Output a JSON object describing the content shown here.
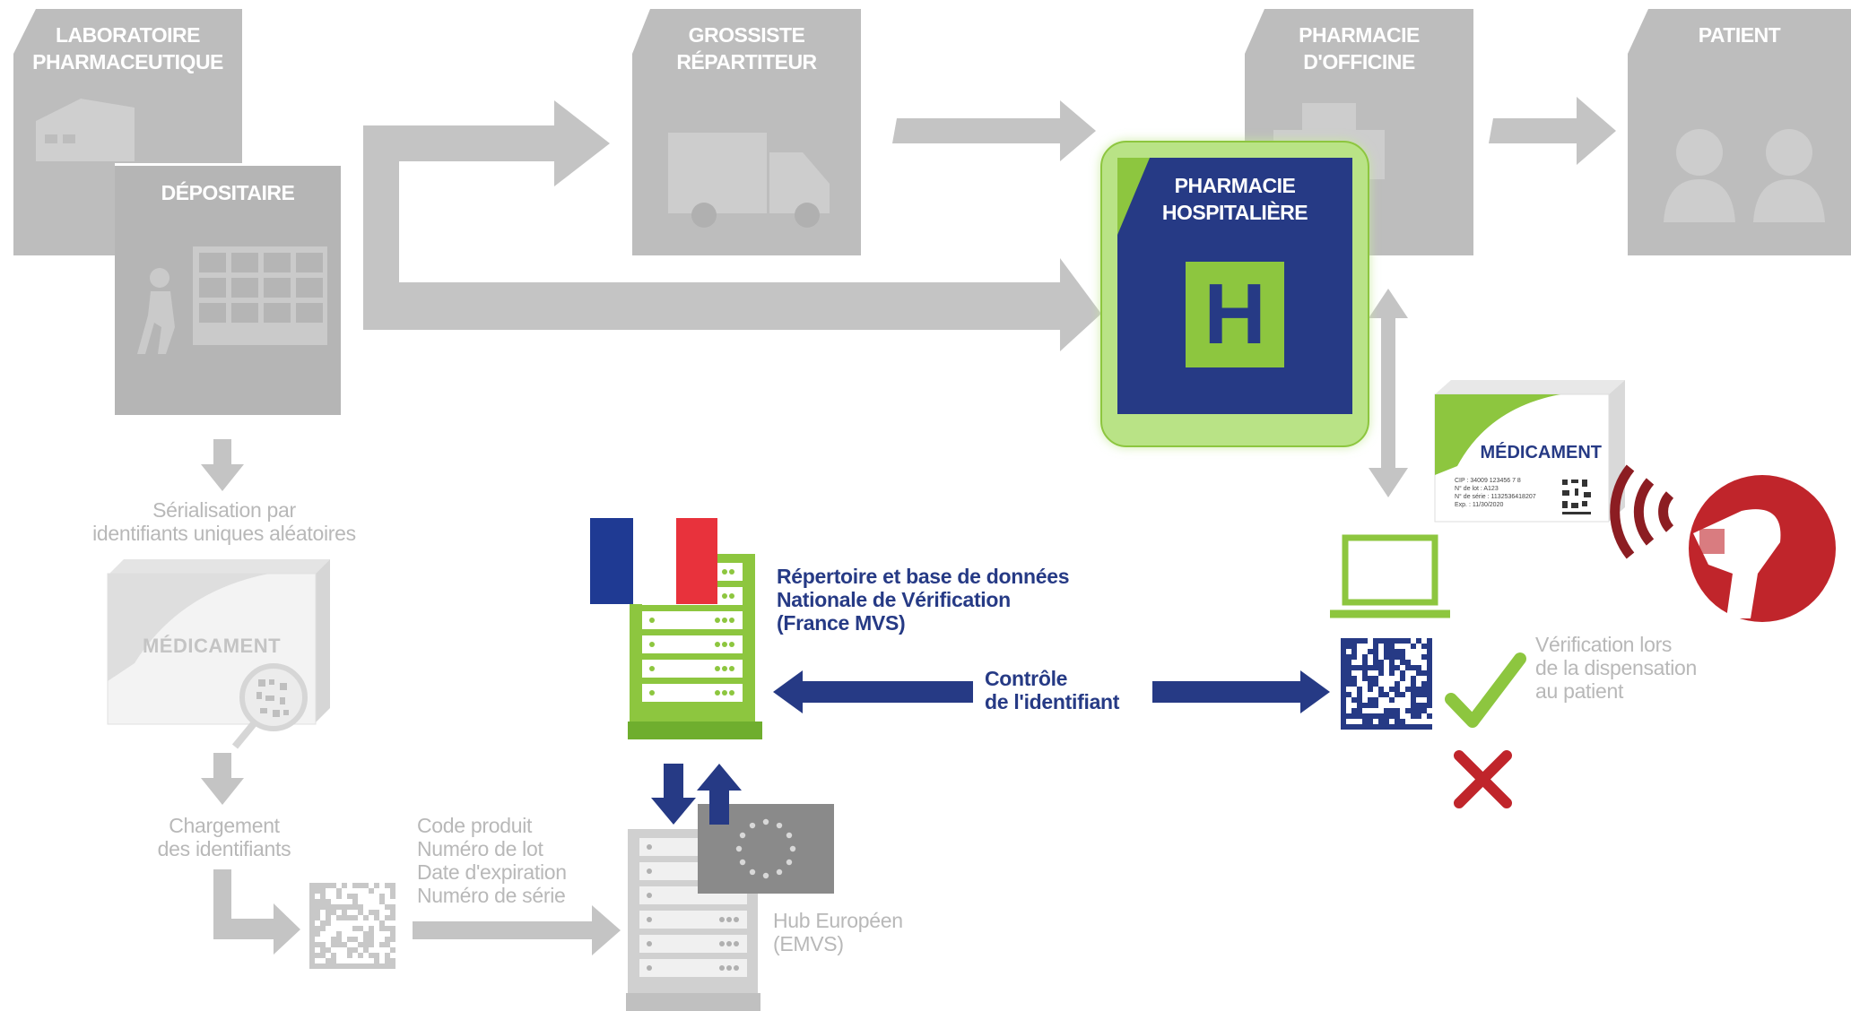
{
  "nodes": {
    "laboratoire": "LABORATOIRE\nPHARMACEUTIQUE",
    "depositaire": "DÉPOSITAIRE",
    "grossiste": "GROSSISTE\nRÉPARTITEUR",
    "officine": "PHARMACIE\nD'OFFICINE",
    "patient": "PATIENT",
    "hospitaliere": "PHARMACIE\nHOSPITALIÈRE",
    "hospital_letter": "H"
  },
  "left_flow": {
    "serialisation": "Sérialisation par\nidentifiants uniques aléatoires",
    "medicament": "MÉDICAMENT",
    "chargement": "Chargement\ndes identifiants",
    "codes": "Code produit\nNuméro de lot\nDate d'expiration\nNuméro de série"
  },
  "france_mvs": "Répertoire et base de données\nNationale de Vérification\n(France MVS)",
  "controle": "Contrôle\nde l'identifiant",
  "hub": "Hub Européen\n(EMVS)",
  "verification": "Vérification lors\nde la dispensation\nau patient",
  "med_box": {
    "label": "MÉDICAMENT",
    "lines": [
      "CIP : 34009 123456 7 8",
      "N° de lot : A123",
      "N° de série : 1132536418207",
      "Exp. : 11/30/2020"
    ]
  },
  "colors": {
    "gray": "#bdbdbd",
    "navy": "#263a85",
    "green": "#8dc63f",
    "red": "#c0252b",
    "dark_red": "#8c1d22"
  }
}
